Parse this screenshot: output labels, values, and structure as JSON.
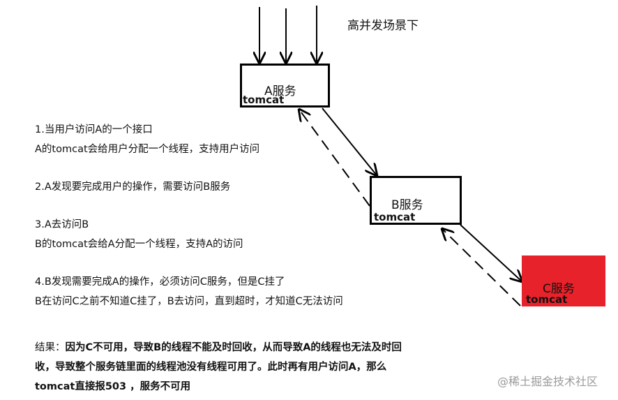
{
  "title": "高并发场景下",
  "services": {
    "a": {
      "name": "A服务",
      "server": "tomcat"
    },
    "b": {
      "name": "B服务",
      "server": "tomcat"
    },
    "c": {
      "name": "C服务",
      "server": "tomcat",
      "color": "#e8222a"
    }
  },
  "steps": [
    "1.当用户访问A的一个接口",
    "A的tomcat会给用户分配一个线程，支持用户访问",
    "2.A发现要完成用户的操作，需要访问B服务",
    "3.A去访问B",
    "B的tomcat会给A分配一个线程，支持A的访问",
    "4.B发现需要完成A的操作，必须访问C服务，但是C挂了",
    "B在访问C之前不知道C挂了，B去访问，直到超时，才知道C无法访问"
  ],
  "result": {
    "prefix": "结果：",
    "text": "因为C不可用，导致B的线程不能及时回收，从而导致A的线程也无法及时回收，导致整个服务链里面的线程池没有线程可用了。此时再有用户访问A，那么tomcat直接报503 ，服务不可用"
  },
  "watermark": "@稀土掘金技术社区"
}
